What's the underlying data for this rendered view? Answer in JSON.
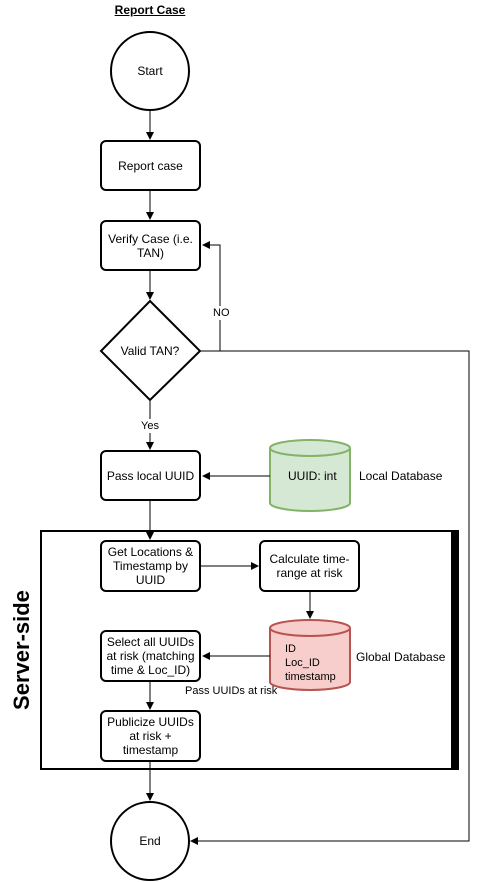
{
  "title": "Report  Case",
  "nodes": {
    "start": "Start",
    "report_case": "Report case",
    "verify_case": "Verify Case (i.e. TAN)",
    "valid_tan": "Valid TAN?",
    "pass_local_uuid": "Pass local UUID",
    "get_locations": "Get Locations & Timestamp by UUID",
    "calc_time_range": "Calculate time-range at risk",
    "select_uuids": "Select all UUIDs at risk (matching time & Loc_ID)",
    "publicize_uuids": "Publicize UUIDs at risk + timestamp",
    "end": "End"
  },
  "databases": {
    "local": {
      "content": "UUID: int",
      "label": "Local Database"
    },
    "global": {
      "content_line1": "ID",
      "content_line2": "Loc_ID",
      "content_line3": "timestamp",
      "label": "Global Database"
    }
  },
  "edges": {
    "no_label": "NO",
    "yes_label": "Yes",
    "pass_uuids_label": "Pass UUIDs at risk"
  },
  "server_side_label": "Server-side",
  "colors": {
    "local_db_fill": "#d5e8d4",
    "local_db_stroke": "#82b366",
    "global_db_fill": "#f8cecc",
    "global_db_stroke": "#b85450"
  }
}
